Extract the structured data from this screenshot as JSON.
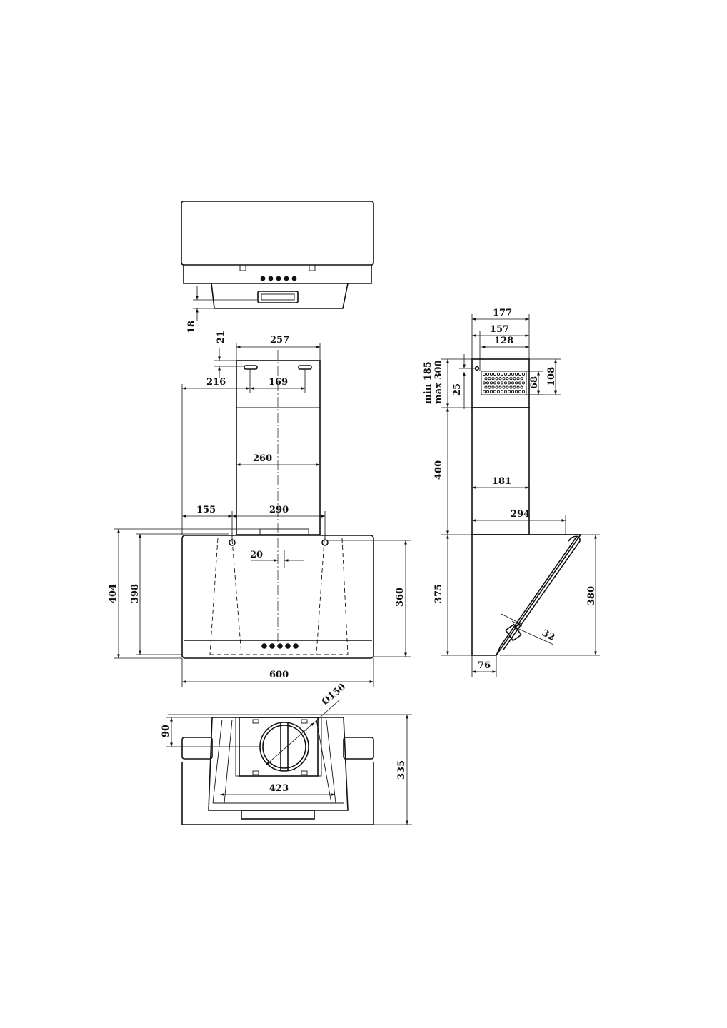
{
  "top_view": {
    "depth_offset": "18"
  },
  "front_view": {
    "chimney_mount_offset": "21",
    "chimney_width_top": "257",
    "chimney_left_offset": "216",
    "bracket_spacing": "169",
    "chimney_width_inner": "260",
    "hole_left_offset": "155",
    "hole_spacing": "290",
    "hole_offset_center": "20",
    "total_height": "404",
    "body_height_inner": "398",
    "body_height_glass": "360",
    "hood_width": "600"
  },
  "side_view": {
    "width_outer": "177",
    "width_mid": "157",
    "width_inner": "128",
    "chimney_adjust_min": "min 185",
    "chimney_adjust_max": "max 300",
    "vent_offset": "25",
    "vent_height": "68",
    "vent_total": "108",
    "chimney_height": "400",
    "chimney_depth": "181",
    "hood_depth": "294",
    "body_height": "375",
    "glass_height": "380",
    "glass_gap": "32",
    "bottom_depth": "76"
  },
  "bottom_view": {
    "outlet_diameter": "Ø150",
    "outlet_offset": "90",
    "depth": "335",
    "bracket_width": "423"
  }
}
